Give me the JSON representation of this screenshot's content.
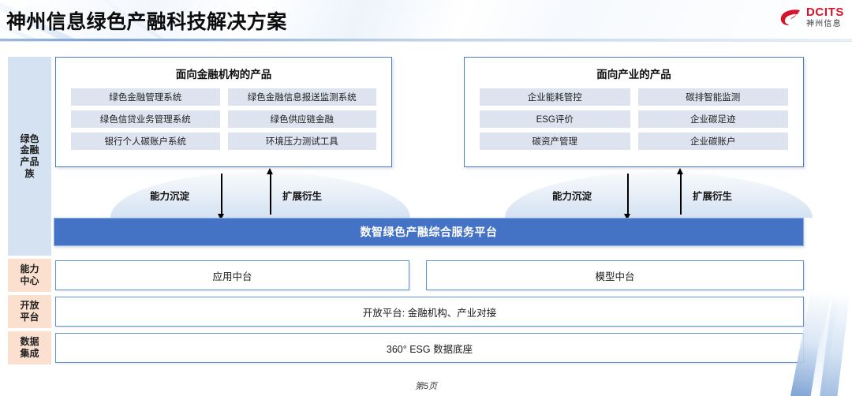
{
  "header": {
    "title": "神州信息绿色产融科技解决方案",
    "logo": {
      "en": "DCITS",
      "cn": "神州信息",
      "brand_color": "#d4142a"
    }
  },
  "sidebar": {
    "items": [
      {
        "key": "products",
        "label": "绿色\n金融\n产品\n族",
        "color": "#d4e2f2"
      },
      {
        "key": "capability",
        "label": "能力\n中心",
        "color": "#fbe0cf"
      },
      {
        "key": "open",
        "label": "开放\n平台",
        "color": "#fbe0cf"
      },
      {
        "key": "data",
        "label": "数据\n集成",
        "color": "#fbe0cf"
      }
    ],
    "products_label": "绿色\n金融\n产品\n族",
    "capability_label": "能力\n中心",
    "open_label": "开放\n平台",
    "data_label": "数据\n集成"
  },
  "panels": {
    "left": {
      "title": "面向金融机构的产品",
      "items": [
        "绿色金融管理系统",
        "绿色金融信息报送监测系统",
        "绿色信贷业务管理系统",
        "绿色供应链金融",
        "银行个人碳账户系统",
        "环境压力测试工具"
      ]
    },
    "right": {
      "title": "面向产业的产品",
      "items": [
        "企业能耗管控",
        "碳排智能监测",
        "ESG评价",
        "企业碳足迹",
        "碳资产管理",
        "企业碳账户"
      ]
    }
  },
  "flows": {
    "left": {
      "down_label": "能力沉淀",
      "up_label": "扩展衍生"
    },
    "right": {
      "down_label": "能力沉淀",
      "up_label": "扩展衍生"
    }
  },
  "platform": {
    "label": "数智绿色产融综合服务平台",
    "color": "#4472c4"
  },
  "rows": {
    "capability_left": "应用中台",
    "capability_right": "模型中台",
    "open_platform": "开放平台: 金融机构、产业对接",
    "data_foundation": "360° ESG 数据底座"
  },
  "footer": {
    "page_label": "第5页"
  }
}
